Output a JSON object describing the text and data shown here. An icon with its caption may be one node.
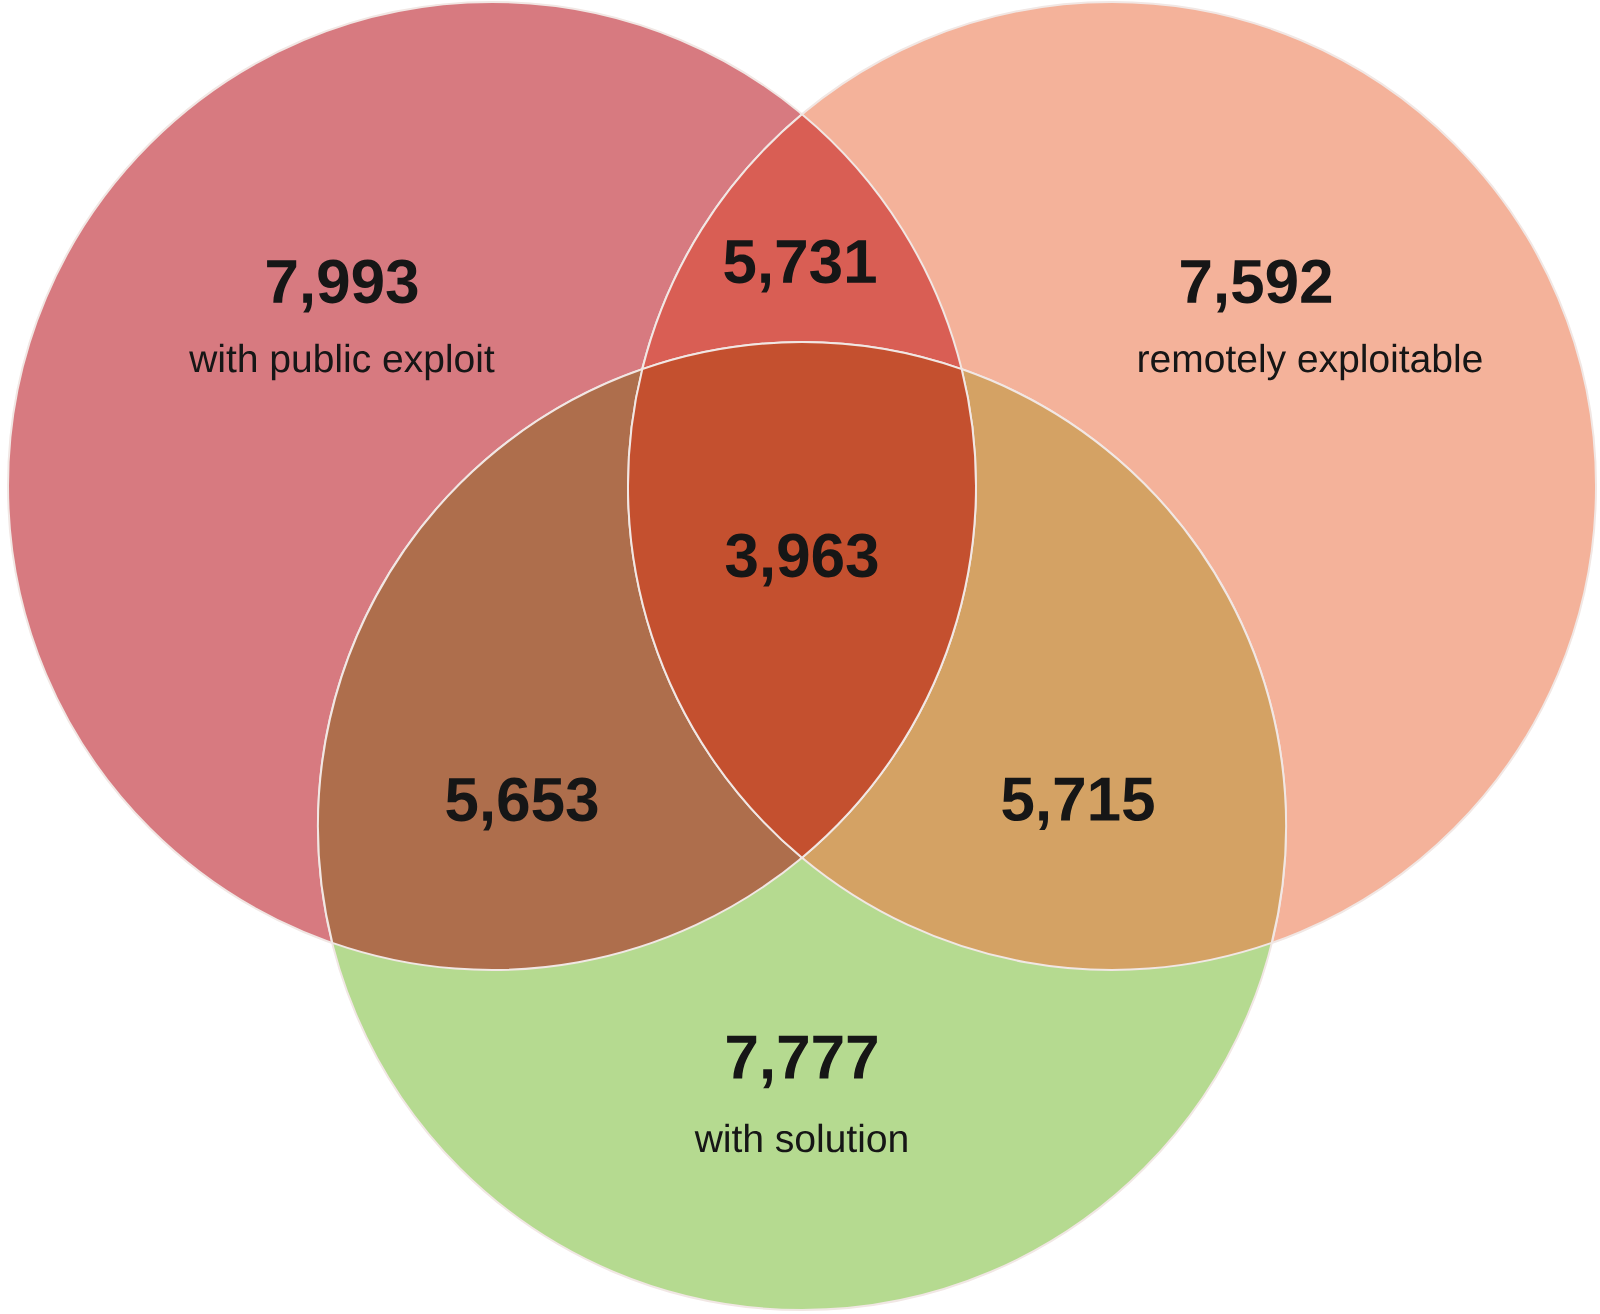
{
  "diagram": {
    "nodes": [
      {
        "text": [
          "7,993",
          "with public exploit"
        ]
      },
      {
        "text": [
          "7,592",
          "remotely exploitable"
        ]
      },
      {
        "text": [
          "7,777",
          "with solution"
        ]
      }
    ],
    "labels": [
      "5,731",
      "3,963",
      "5,653",
      "5,715"
    ]
  }
}
